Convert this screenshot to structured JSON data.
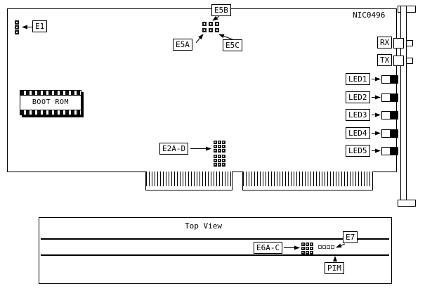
{
  "board": {
    "part_number": "NIC0496",
    "chip": {
      "label": "BOOT ROM"
    },
    "jumper_labels": {
      "e1": "E1",
      "e5a": "E5A",
      "e5b": "E5B",
      "e5c": "E5C",
      "e2ad": "E2A-D"
    },
    "port_labels": {
      "rx": "RX",
      "tx": "TX"
    },
    "leds": [
      "LED1",
      "LED2",
      "LED3",
      "LED4",
      "LED5"
    ]
  },
  "top_view": {
    "title": "Top View",
    "jumper_label": "E6A-C",
    "connector_label": "E7",
    "module_label": "PIM"
  }
}
